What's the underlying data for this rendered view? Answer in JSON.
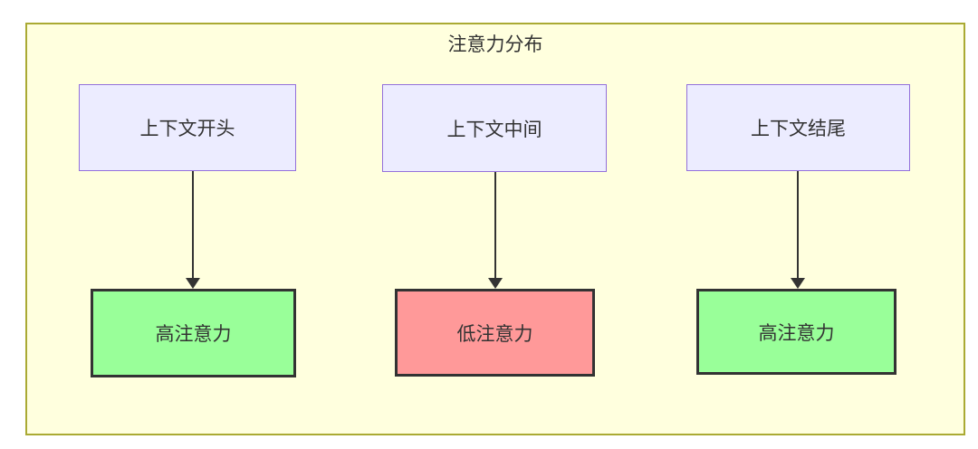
{
  "diagram": {
    "title": "注意力分布",
    "type": "flowchart-top-down",
    "top_nodes": [
      {
        "label": "上下文开头"
      },
      {
        "label": "上下文中间"
      },
      {
        "label": "上下文结尾"
      }
    ],
    "bottom_nodes": [
      {
        "label": "高注意力",
        "level": "high"
      },
      {
        "label": "低注意力",
        "level": "low"
      },
      {
        "label": "高注意力",
        "level": "high"
      }
    ],
    "edges": [
      {
        "from": "上下文开头",
        "to": "高注意力"
      },
      {
        "from": "上下文中间",
        "to": "低注意力"
      },
      {
        "from": "上下文结尾",
        "to": "高注意力"
      }
    ],
    "colors": {
      "container_fill": "#ffffde",
      "container_border": "#aaaa33",
      "context_node_fill": "#ececff",
      "context_node_border": "#9370db",
      "high_attention_fill": "#99ff99",
      "low_attention_fill": "#ff9999",
      "attention_node_border": "#333333",
      "arrow": "#333333",
      "text": "#333333"
    }
  }
}
